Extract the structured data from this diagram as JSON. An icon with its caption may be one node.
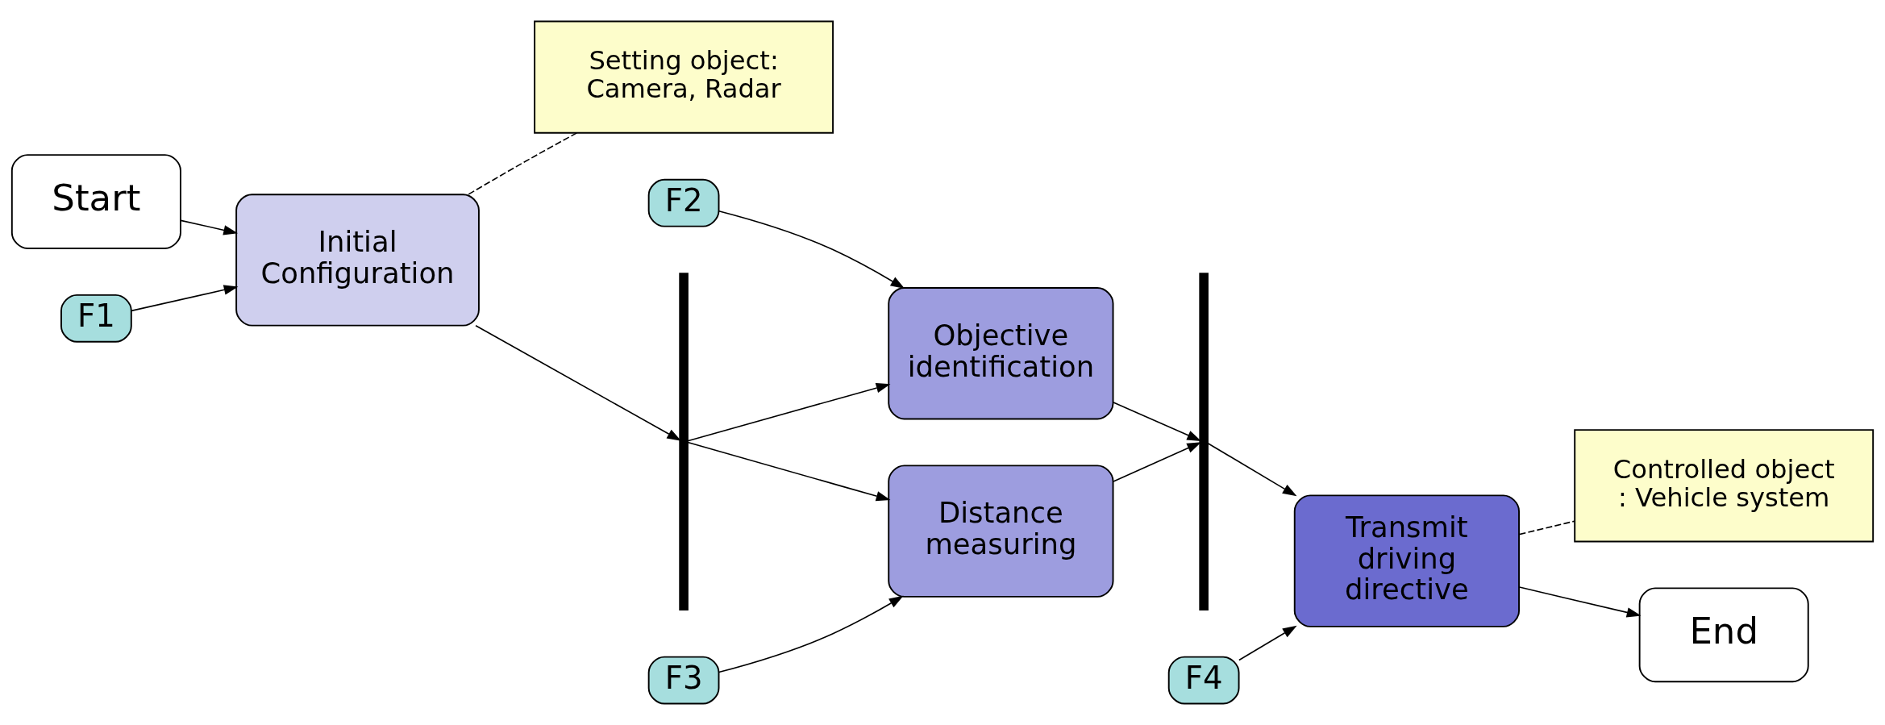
{
  "diagram": {
    "nodes": [
      {
        "text": [
          "Start"
        ]
      },
      {
        "text": [
          "F1"
        ]
      },
      {
        "text": [
          "Initial Configuration"
        ]
      },
      {
        "text": [
          "Setting object: Camera, Radar"
        ]
      },
      {
        "text": [],
        "shape": "bar"
      },
      {
        "text": [
          "F2"
        ]
      },
      {
        "text": [
          "Objective identification"
        ]
      },
      {
        "text": [
          "Distance measuring"
        ]
      },
      {
        "text": [
          "F3"
        ]
      },
      {
        "text": [],
        "shape": "bar"
      },
      {
        "text": [
          "F4"
        ]
      },
      {
        "text": [
          "Transmit driving directive"
        ]
      },
      {
        "text": [
          "Controlled object : Vehicle system"
        ]
      },
      {
        "text": [
          "End"
        ]
      }
    ],
    "edges": [
      {
        "from": 0,
        "to": 2,
        "arrow": "to"
      },
      {
        "from": 1,
        "to": 2,
        "arrow": "to"
      },
      {
        "from": 2,
        "to": 3,
        "arrow": "none",
        "style": "dashed"
      },
      {
        "from": 2,
        "to": 4,
        "arrow": "to"
      },
      {
        "from": 4,
        "to": 6,
        "arrow": "to"
      },
      {
        "from": 4,
        "to": 7,
        "arrow": "to"
      },
      {
        "from": 5,
        "to": 6,
        "arrow": "to"
      },
      {
        "from": 8,
        "to": 7,
        "arrow": "to"
      },
      {
        "from": 6,
        "to": 9,
        "arrow": "to"
      },
      {
        "from": 7,
        "to": 9,
        "arrow": "to"
      },
      {
        "from": 9,
        "to": 11,
        "arrow": "to"
      },
      {
        "from": 10,
        "to": 11,
        "arrow": "to"
      },
      {
        "from": 11,
        "to": 12,
        "arrow": "none",
        "style": "dashed"
      },
      {
        "from": 11,
        "to": 13,
        "arrow": "to"
      }
    ]
  }
}
